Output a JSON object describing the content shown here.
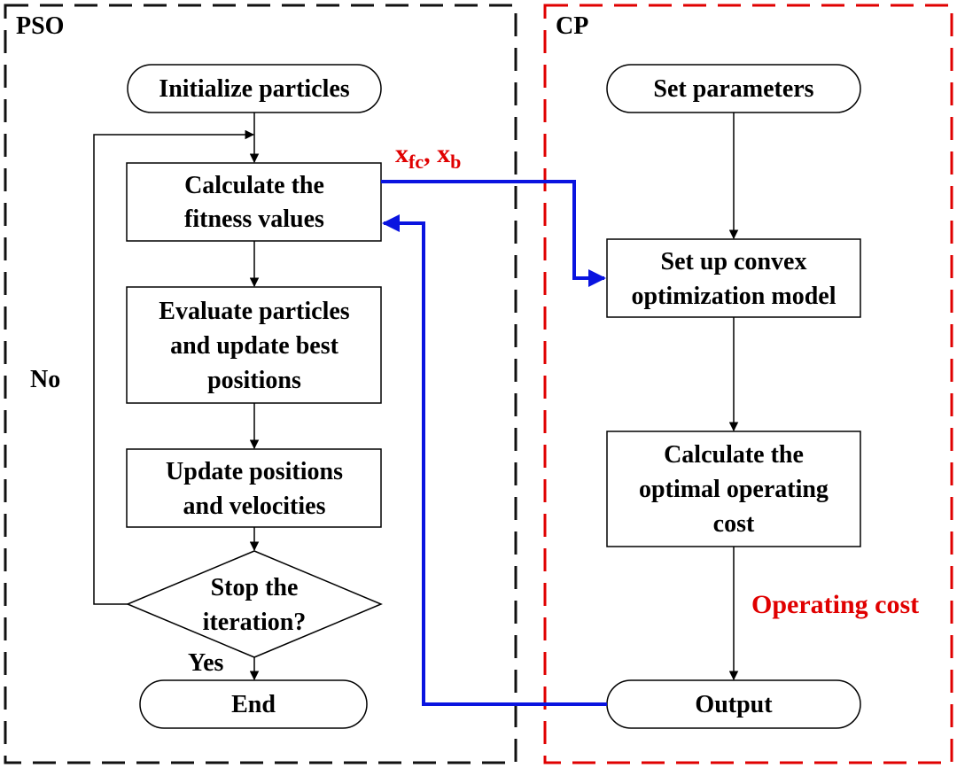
{
  "colors": {
    "pso_border": "#111111",
    "cp_border": "#e00000",
    "data_flow": "#0a14e0",
    "red_label": "#e00000"
  },
  "groups": {
    "pso": {
      "title": "PSO"
    },
    "cp": {
      "title": "CP"
    }
  },
  "nodes": {
    "init": {
      "label": "Initialize particles"
    },
    "fitness": {
      "line1": "Calculate the",
      "line2": "fitness values"
    },
    "evaluate": {
      "line1": "Evaluate particles",
      "line2": "and update best",
      "line3": "positions"
    },
    "update": {
      "line1": "Update positions",
      "line2": "and velocities"
    },
    "decision": {
      "line1": "Stop the",
      "line2": "iteration?"
    },
    "end": {
      "label": "End"
    },
    "set_params": {
      "label": "Set parameters"
    },
    "convex": {
      "line1": "Set up convex",
      "line2": "optimization model"
    },
    "optimal": {
      "line1": "Calculate the",
      "line2": "optimal operating",
      "line3": "cost"
    },
    "output": {
      "label": "Output"
    }
  },
  "edge_labels": {
    "no": "No",
    "yes": "Yes",
    "operating_cost": "Operating cost",
    "vars": {
      "x1": "x",
      "sub1": "fc",
      "sep": ", ",
      "x2": "x",
      "sub2": "b"
    }
  }
}
